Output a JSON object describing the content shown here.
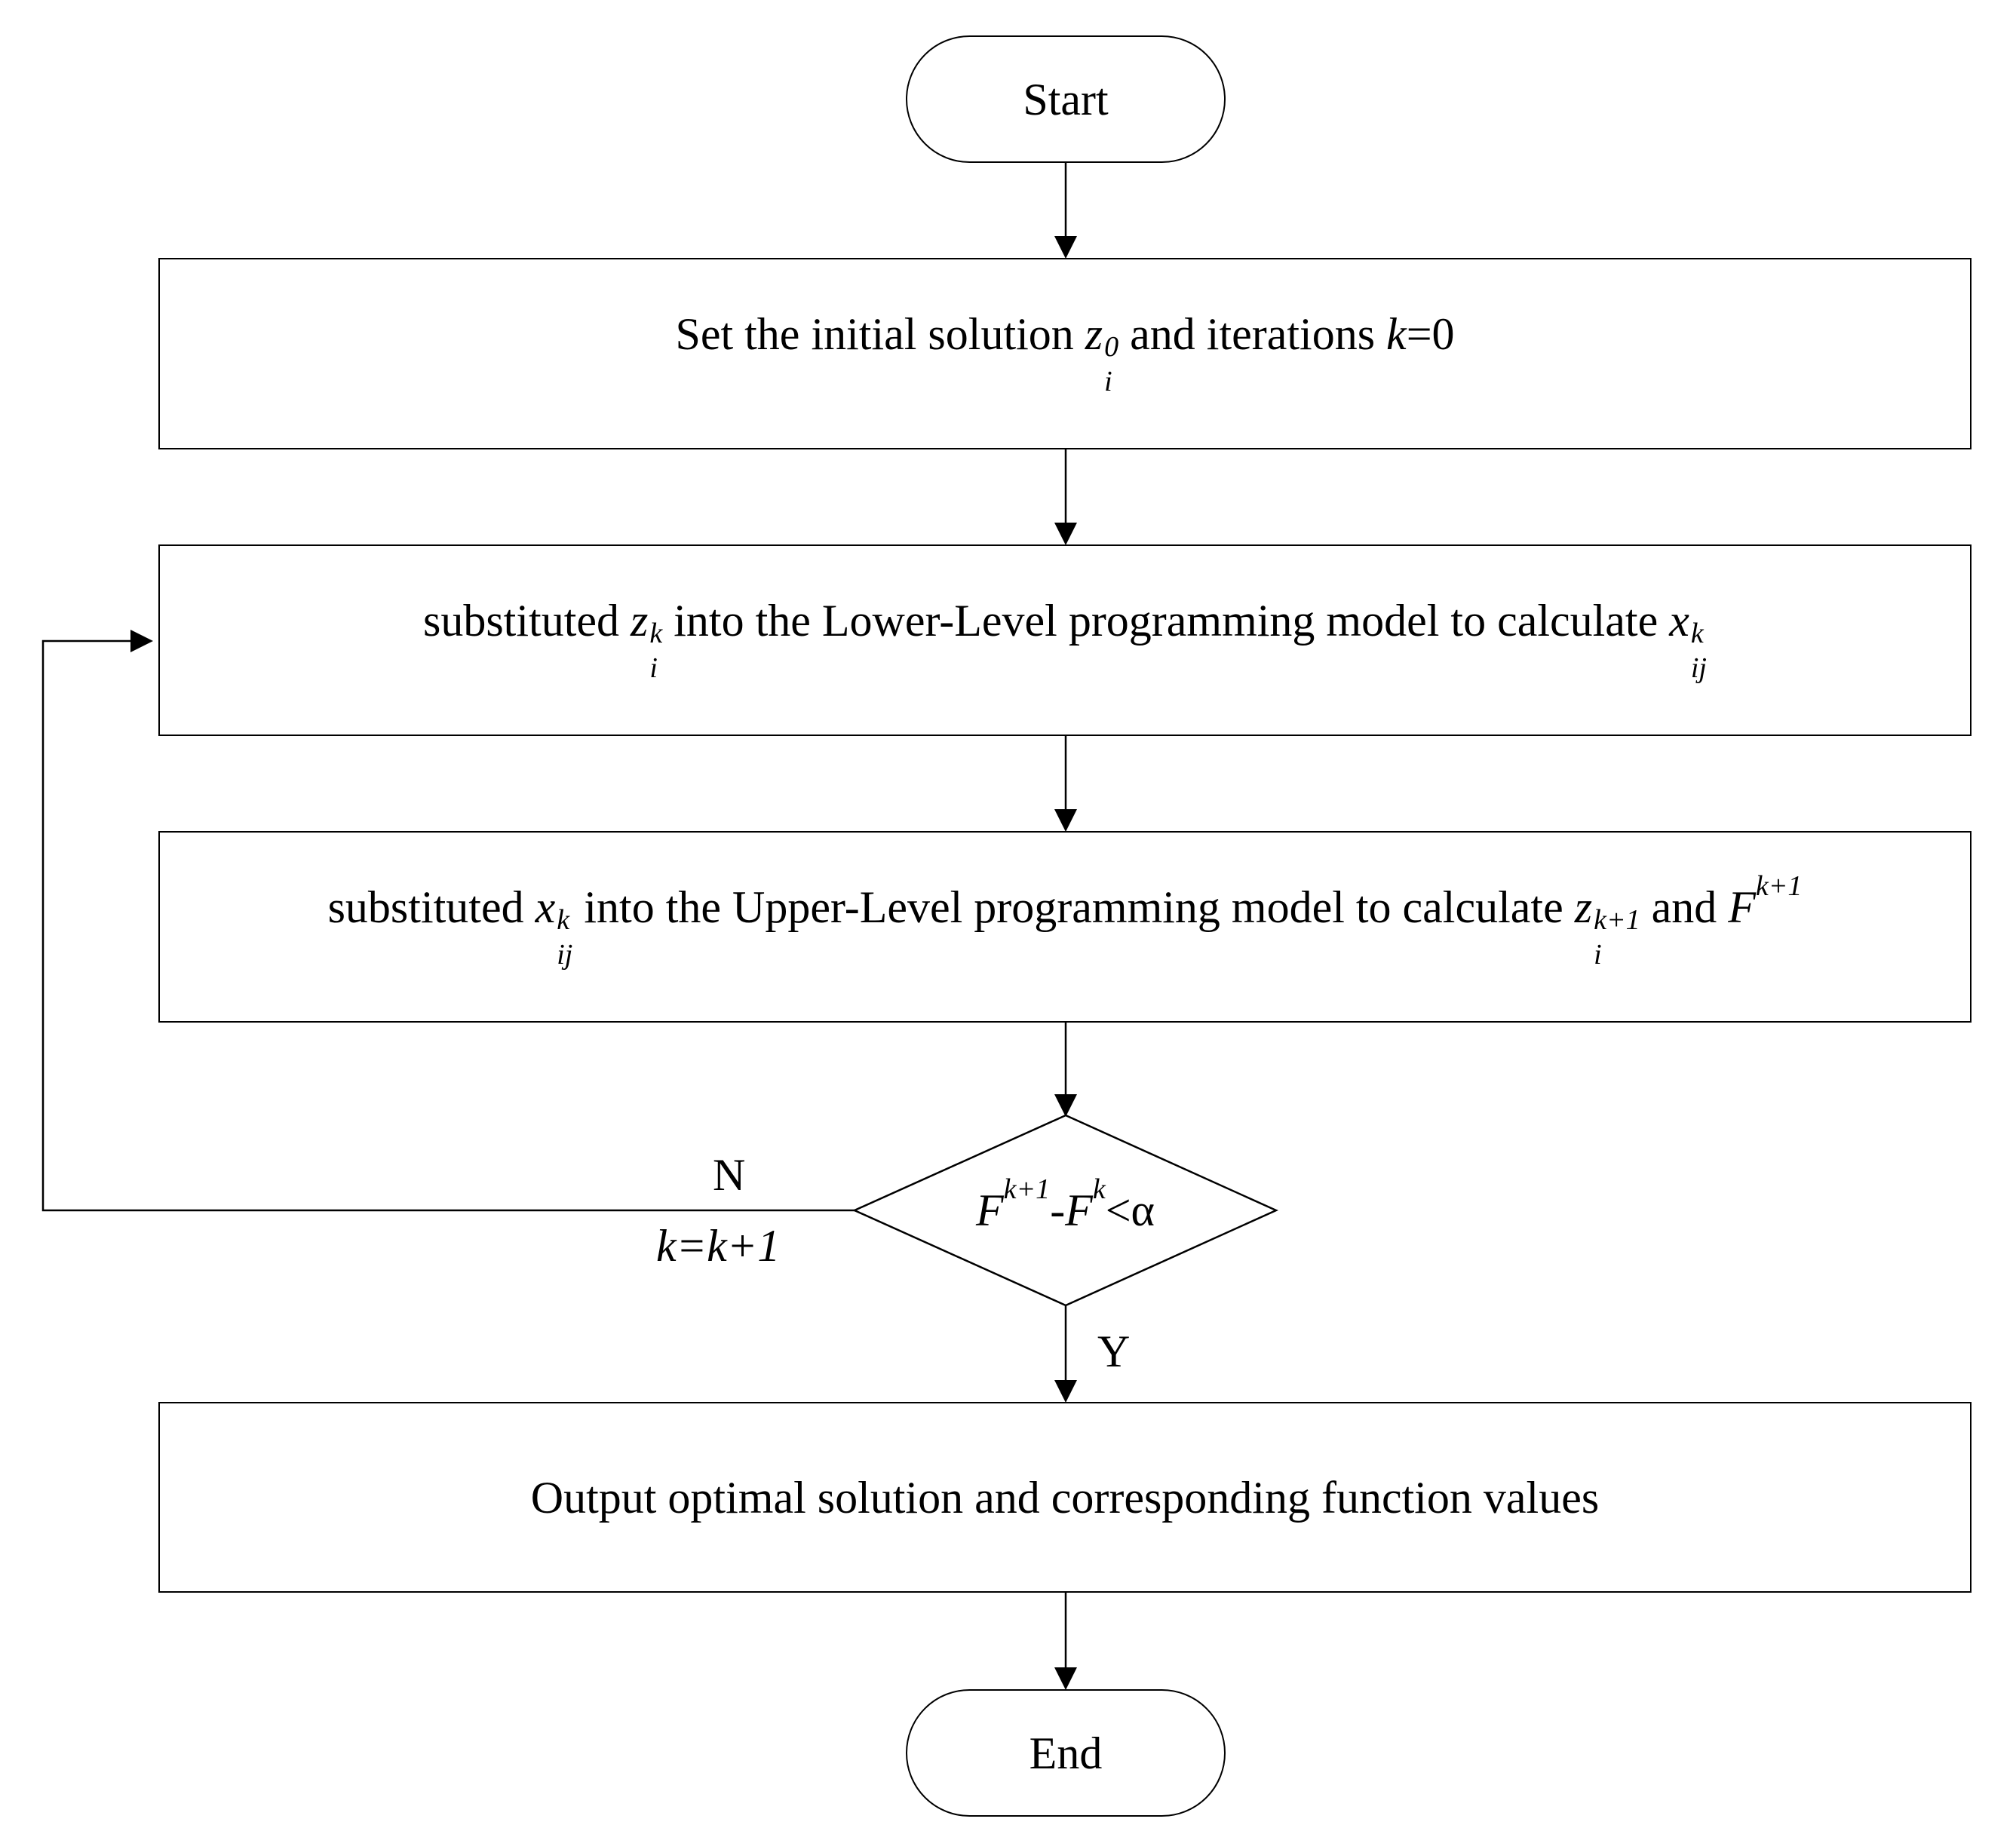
{
  "start": {
    "label": "Start"
  },
  "step1": {
    "prefix": "Set the initial solution ",
    "var": "z",
    "sub": "i",
    "sup": "0",
    "middle": " and iterations ",
    "k": "k",
    "suffix": "=0"
  },
  "step2": {
    "prefix": "substituted ",
    "var1": "z",
    "sub1": "i",
    "sup1": "k",
    "middle": " into the Lower-Level programming model to calculate ",
    "var2": "x",
    "sub2": "ij",
    "sup2": "k"
  },
  "step3": {
    "prefix": "substituted ",
    "var1": "x",
    "sub1": "ij",
    "sup1": "k",
    "middle": " into the Upper-Level programming model to calculate ",
    "var2": "z",
    "sub2": "i",
    "sup2": "k+1",
    "and": " and ",
    "var3": "F",
    "sup3": "k+1"
  },
  "decision": {
    "var1": "F",
    "sup1": "k+1",
    "minus": "-",
    "var2": "F",
    "sup2": "k",
    "rest": "<α"
  },
  "no_branch": {
    "label": "N",
    "update": "k=k+1"
  },
  "yes_branch": {
    "label": "Y"
  },
  "output": {
    "label": "Output optimal solution and corresponding function values"
  },
  "end": {
    "label": "End"
  }
}
